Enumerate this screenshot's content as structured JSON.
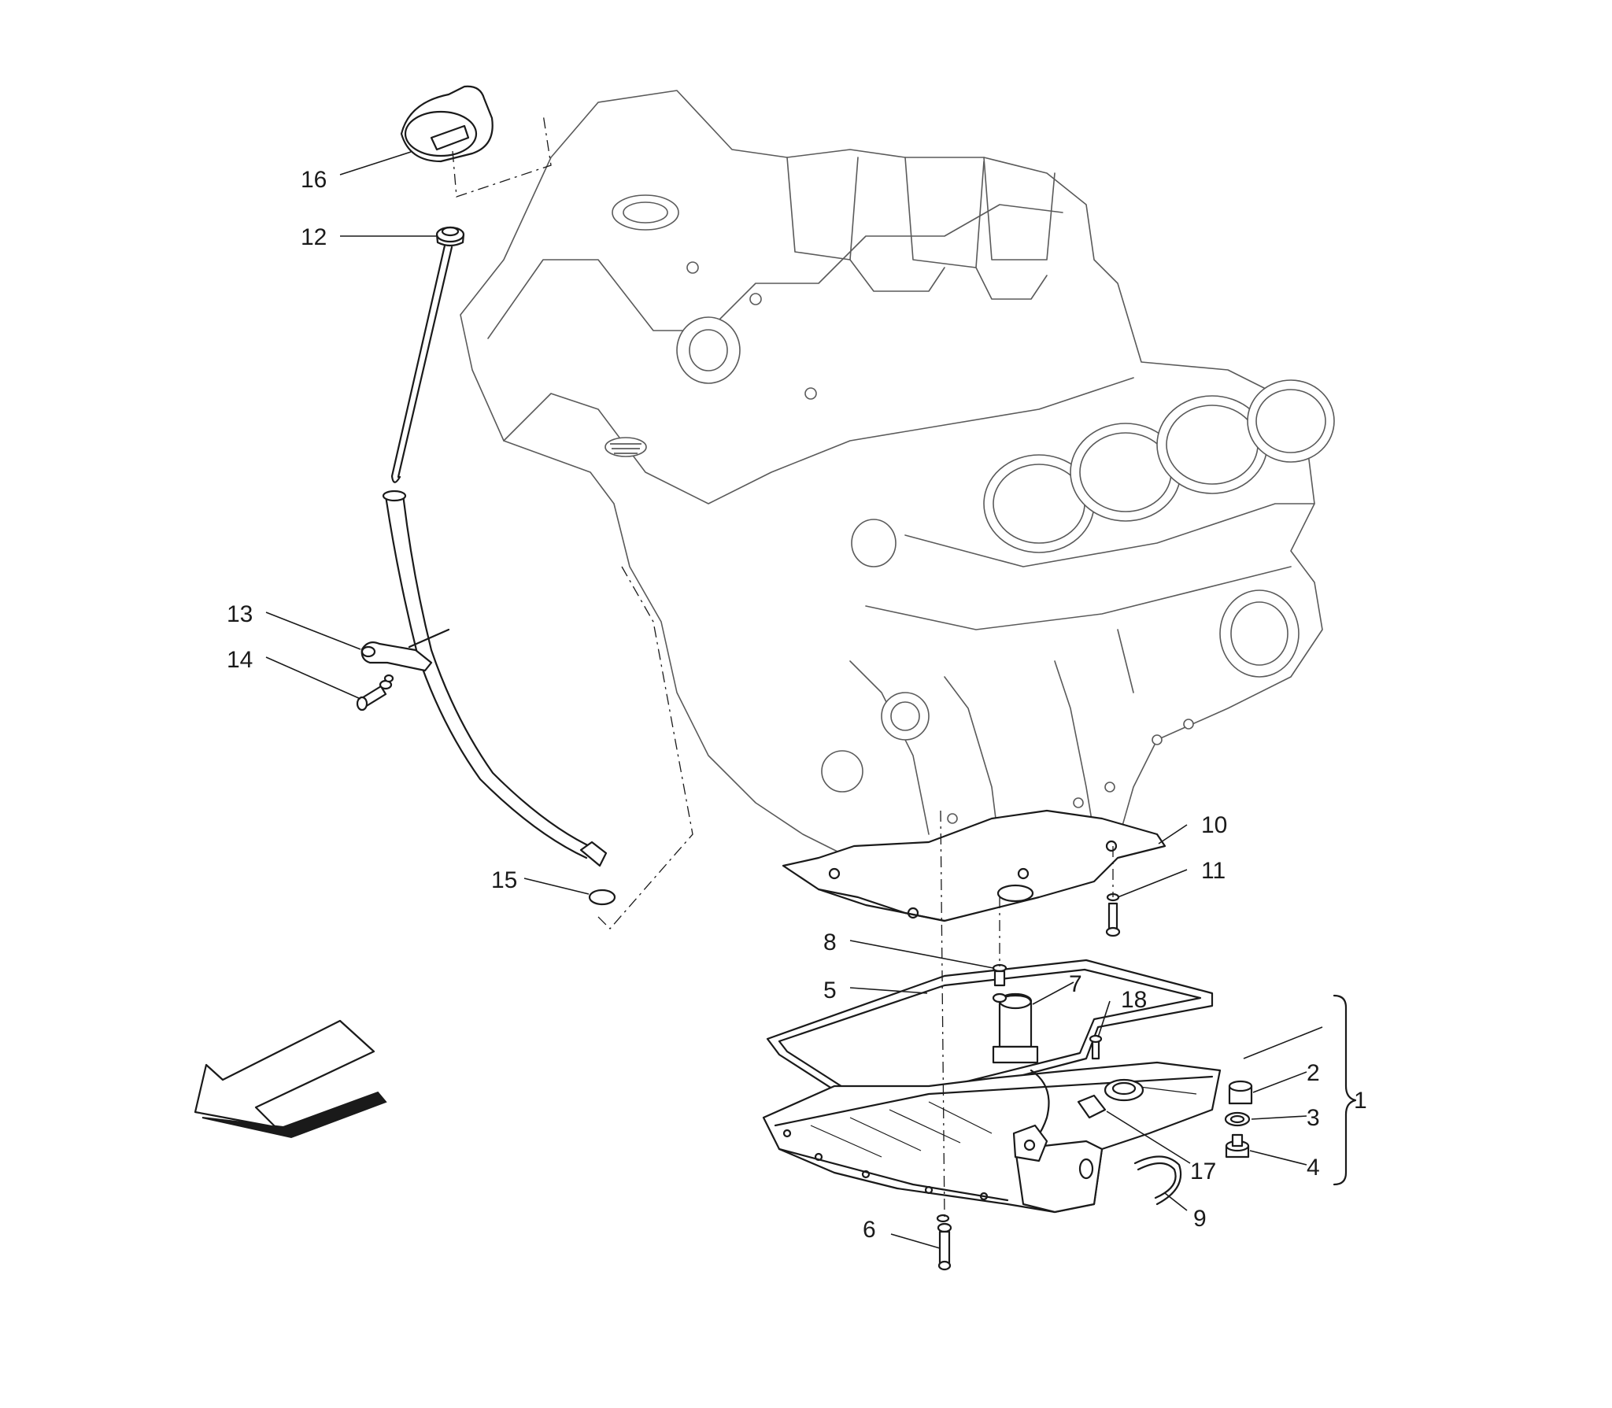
{
  "callouts": {
    "c1": "1",
    "c2": "2",
    "c3": "3",
    "c4": "4",
    "c5": "5",
    "c6": "6",
    "c7": "7",
    "c8": "8",
    "c9": "9",
    "c10": "10",
    "c11": "11",
    "c12": "12",
    "c13": "13",
    "c14": "14",
    "c15": "15",
    "c16": "16",
    "c17": "17",
    "c18": "18"
  },
  "colors": {
    "line": "#1a1a1a",
    "ghost_line": "#5a5a5a",
    "background": "#ffffff"
  }
}
